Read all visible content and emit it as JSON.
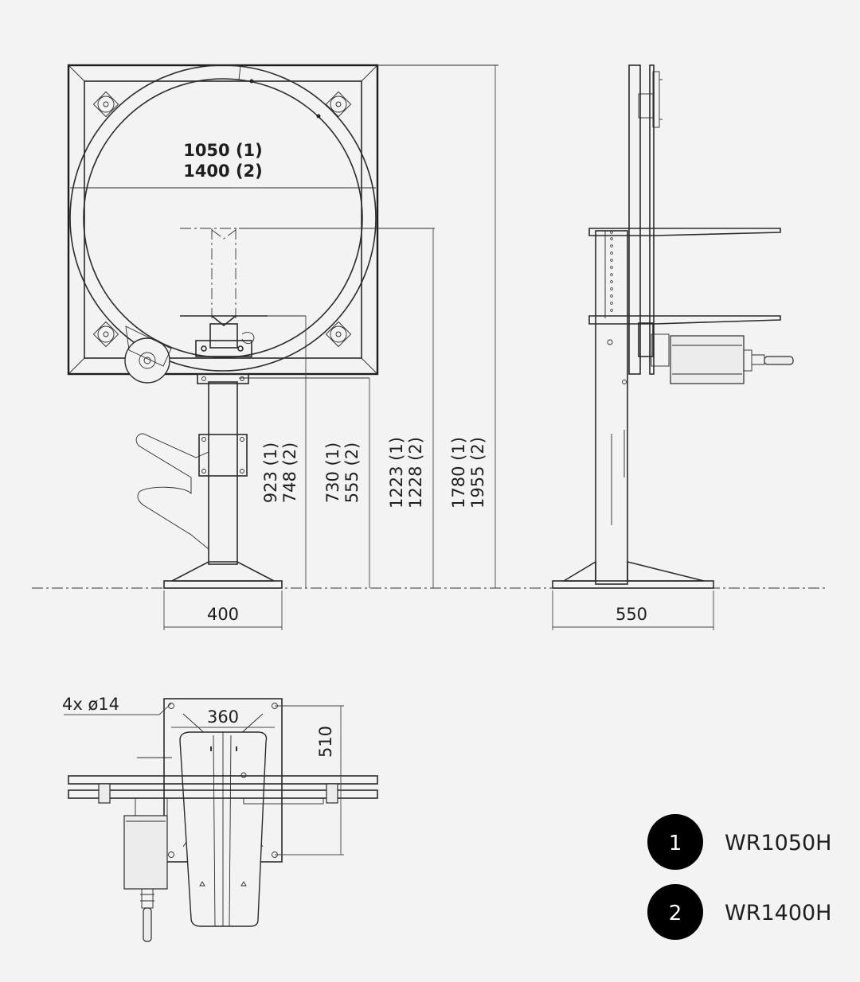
{
  "front_view": {
    "ring_diameter_1": "1050  (1)",
    "ring_diameter_2": "1400  (2)",
    "width_label": "400",
    "heights": [
      {
        "line1": "923  (1)",
        "line2": "748  (2)"
      },
      {
        "line1": "730  (1)",
        "line2": "555  (2)"
      },
      {
        "line1": "1223  (1)",
        "line2": "1228  (2)"
      },
      {
        "line1": "1780  (1)",
        "line2": "1955  (2)"
      }
    ]
  },
  "side_view": {
    "depth_label": "550"
  },
  "top_view": {
    "holes_label": "4x ø14",
    "hole_spacing_label": "360",
    "depth_label": "510"
  },
  "legend": [
    {
      "number": "1",
      "model": "WR1050H"
    },
    {
      "number": "2",
      "model": "WR1400H"
    }
  ],
  "colors": {
    "background": "#f3f3f3",
    "line": "#2b2b2b",
    "badge": "#000000"
  }
}
